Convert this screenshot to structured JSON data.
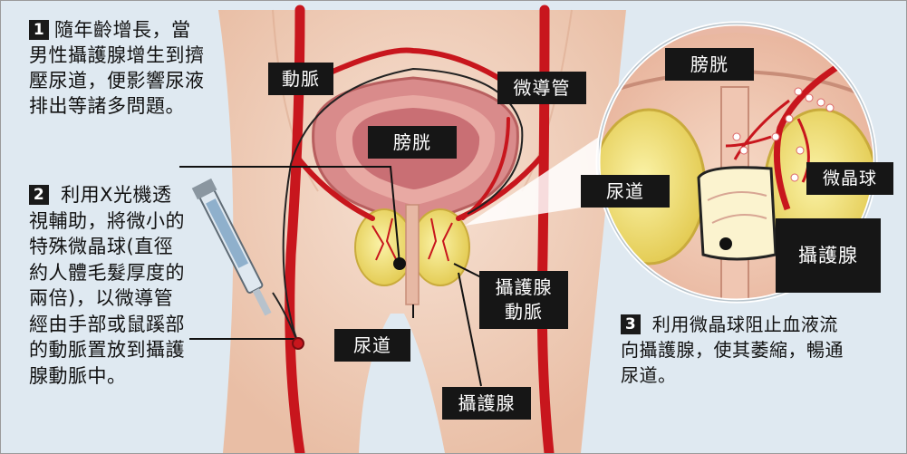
{
  "steps": [
    {
      "number": "1",
      "lines": [
        "隨年齡增長，當",
        "男性攝護腺增生到擠",
        "壓尿道，便影響尿液",
        "排出等諸多問題。"
      ]
    },
    {
      "number": "2",
      "lines": [
        " 利用X光機透",
        "視輔助，將微小的",
        "特殊微晶球(直徑",
        "約人體毛髮厚度的",
        "兩倍)，以微導管",
        "經由手部或鼠蹊部",
        "的動脈置放到攝護",
        "腺動脈中。"
      ]
    },
    {
      "number": "3",
      "lines": [
        " 利用微晶球阻止血液流",
        "向攝護腺，使其萎縮，暢通",
        "尿道。"
      ]
    }
  ],
  "labels": {
    "artery": "動脈",
    "microcatheter": "微導管",
    "bladder_main": "膀胱",
    "prostate_artery_line1": "攝護腺",
    "prostate_artery_line2": "動脈",
    "urethra_main": "尿道",
    "prostate_main": "攝護腺",
    "bladder_zoom": "膀胱",
    "urethra_zoom": "尿道",
    "microspheres": "微晶球",
    "prostate_zoom": "攝護腺"
  },
  "colors": {
    "background": "#dfe9f1",
    "skin": "#f3d6c4",
    "artery_red": "#c8161d",
    "bladder_pink": "#d98b8b",
    "prostate_yellow": "#f2e27a",
    "label_bg": "#161616"
  }
}
